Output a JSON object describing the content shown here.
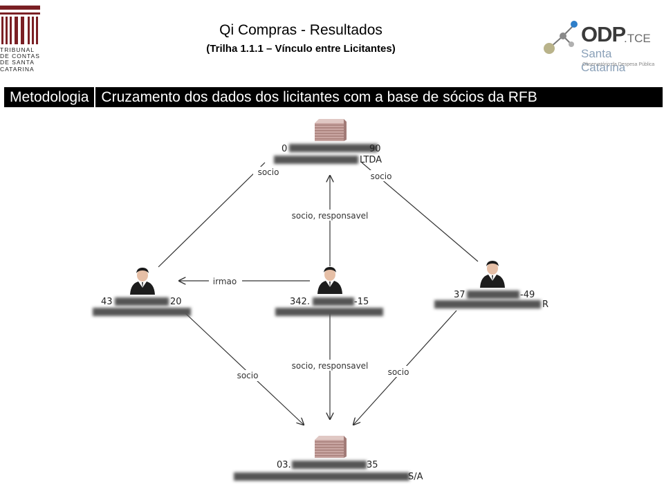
{
  "header": {
    "title": "Qi Compras - Resultados",
    "subtitle": "(Trilha 1.1.1 – Vínculo entre Licitantes)",
    "left_logo_text": [
      "TRIBUNAL",
      "DE CONTAS",
      "DE SANTA",
      "CATARINA"
    ],
    "right_logo": {
      "main": "ODP",
      "suffix": ".TCE",
      "region": "Santa Catarina",
      "tagline": "Observatório da Despesa Pública"
    }
  },
  "method_bar": {
    "label": "Metodologia",
    "text": "Cruzamento dos dados dos licitantes com a base de sócios da RFB"
  },
  "diagram": {
    "nodes": [
      {
        "id": "company-top",
        "type": "company",
        "id_visible_start": "0",
        "id_visible_end": "90",
        "name_visible": "LTDA"
      },
      {
        "id": "person-left",
        "type": "person",
        "id_visible_start": "43",
        "id_visible_end": "20"
      },
      {
        "id": "person-center",
        "type": "person",
        "id_visible_start": "342.",
        "id_visible_end": "-15"
      },
      {
        "id": "person-right",
        "type": "person",
        "id_visible_start": "37",
        "id_visible_end": "-49",
        "name_visible_end": "R"
      },
      {
        "id": "company-bottom",
        "type": "company",
        "id_visible_start": "03.",
        "id_visible_end": "35",
        "name_visible_end": "S/A"
      }
    ],
    "edge_labels": {
      "top_left": "socio",
      "top_right": "socio",
      "top_center": "socio, responsavel",
      "sibling": "irmao",
      "bottom_left": "socio",
      "bottom_center": "socio, responsavel",
      "bottom_right": "socio"
    }
  },
  "colors": {
    "bar_bg": "#000000",
    "bar_text": "#ffffff",
    "edge": "#333333"
  }
}
